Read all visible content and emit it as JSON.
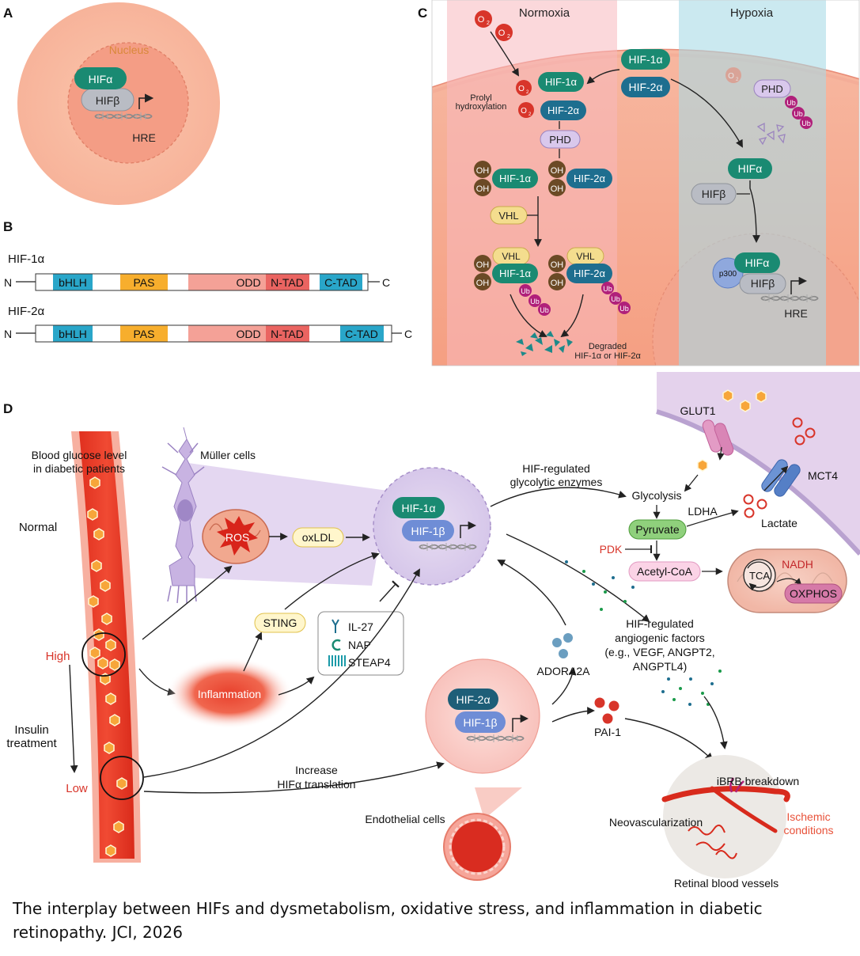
{
  "panels": {
    "a": "A",
    "b": "B",
    "c": "C",
    "d": "D"
  },
  "panel_a": {
    "nucleus": "Nucleus",
    "hif_alpha": "HIFα",
    "hif_beta": "HIFβ",
    "hre": "HRE"
  },
  "panel_b": {
    "rows": [
      {
        "name": "HIF-1α",
        "n": "N",
        "c": "C",
        "domains": [
          "bHLH",
          "PAS",
          "ODD",
          "N-TAD",
          "C-TAD"
        ]
      },
      {
        "name": "HIF-2α",
        "n": "N",
        "c": "C",
        "domains": [
          "bHLH",
          "PAS",
          "ODD",
          "N-TAD",
          "C-TAD"
        ]
      }
    ]
  },
  "panel_c": {
    "normoxia": "Normoxia",
    "hypoxia": "Hypoxia",
    "o2": "O",
    "o2_sub": "2",
    "hif1a": "HIF-1α",
    "hif2a": "HIF-2α",
    "prolyl_1": "Prolyl",
    "prolyl_2": "hydroxylation",
    "phd": "PHD",
    "oh": "OH",
    "vhl": "VHL",
    "ub": "Ub",
    "degraded_1": "Degraded",
    "degraded_2": "HIF-1α or HIF-2α",
    "hifa": "HIFα",
    "hifb": "HIFβ",
    "p300": "p300",
    "hre": "HRE"
  },
  "panel_d": {
    "blood_1": "Blood glucose level",
    "blood_2": "in diabetic patients",
    "normal": "Normal",
    "high": "High",
    "low": "Low",
    "insulin_1": "Insulin",
    "insulin_2": "treatment",
    "muller": "Müller cells",
    "ros": "ROS",
    "oxldl": "oxLDL",
    "sting": "STING",
    "inflammation": "Inflammation",
    "il27": "IL-27",
    "nap": "NAP",
    "steap4": "STEAP4",
    "hif1a": "HIF-1α",
    "hif1b": "HIF-1β",
    "hif2a": "HIF-2α",
    "increase_1": "Increase",
    "increase_2": "HIFα translation",
    "endothelial": "Endothelial cells",
    "adora2a": "ADORA2A",
    "pai1": "PAI-1",
    "glyco_1": "HIF-regulated",
    "glyco_2": "glycolytic enzymes",
    "glut1": "GLUT1",
    "glycolysis": "Glycolysis",
    "ldha": "LDHA",
    "pyruvate": "Pyruvate",
    "lactate": "Lactate",
    "mct4": "MCT4",
    "pdk": "PDK",
    "acetyl": "Acetyl-CoA",
    "tca": "TCA",
    "nadh": "NADH",
    "oxphos": "OXPHOS",
    "angio_1": "HIF-regulated",
    "angio_2": "angiogenic factors",
    "angio_3": "(e.g., VEGF, ANGPT2,",
    "angio_4": "ANGPTL4)",
    "ibrb": "iBRB breakdown",
    "neovasc": "Neovascularization",
    "ischemic_1": "Ischemic",
    "ischemic_2": "conditions",
    "retinal": "Retinal blood vessels"
  },
  "caption": "The interplay between HIFs and dysmetabolism, oxidative stress, and inflammation in diabetic retinopathy. JCI, 2026",
  "colors": {
    "hif_green": "#1a8a72",
    "hif_blue": "#1e6e8f",
    "hif_beta_gray": "#b9bcc4",
    "o2_red": "#d8352a",
    "normoxia_band": "#f7b8bd",
    "hypoxia_band": "#a9dbe6",
    "ub_magenta": "#b0207a",
    "oh_brown": "#6b4a25",
    "vhl_yellow": "#f4dd8e",
    "phd_purple": "#d9c8ec",
    "low_high_red": "#d8352a"
  }
}
